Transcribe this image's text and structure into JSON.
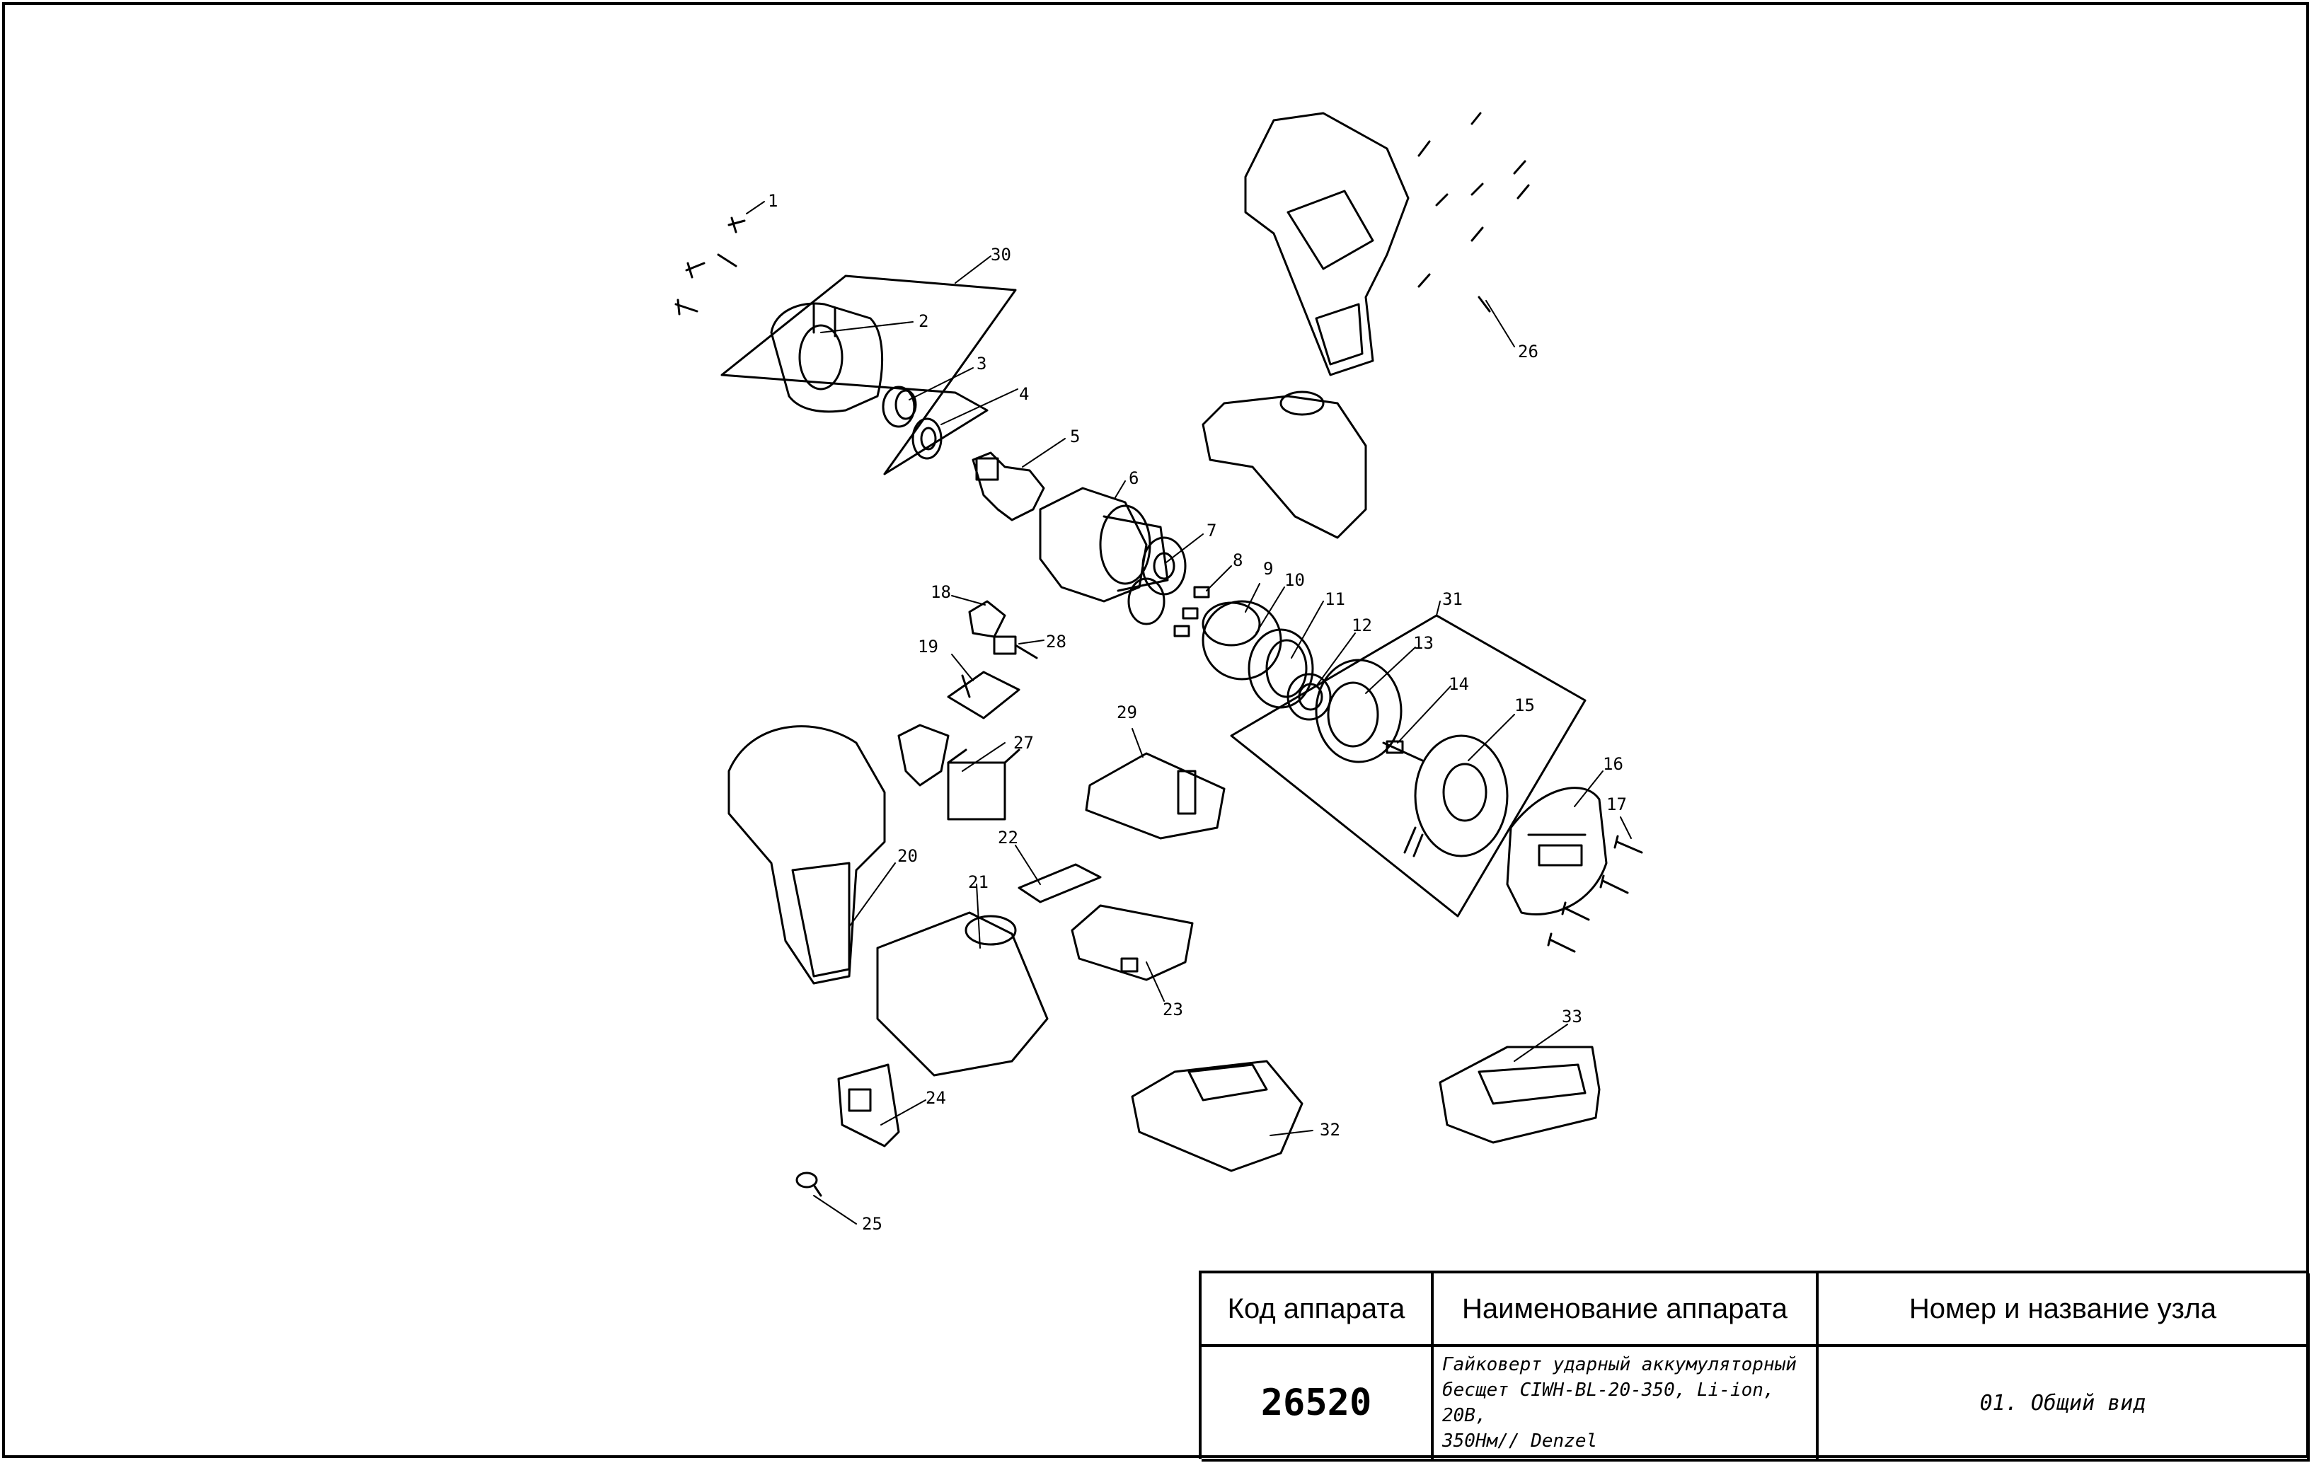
{
  "callouts": [
    "1",
    "2",
    "3",
    "4",
    "5",
    "6",
    "7",
    "8",
    "9",
    "10",
    "11",
    "12",
    "13",
    "14",
    "15",
    "16",
    "17",
    "18",
    "19",
    "20",
    "21",
    "22",
    "23",
    "24",
    "25",
    "26",
    "27",
    "28",
    "29",
    "30",
    "31",
    "32",
    "33"
  ],
  "title_block": {
    "col1_header": "Код аппарата",
    "col2_header": "Наименование аппарата",
    "col3_header": "Номер и название узла",
    "code": "26520",
    "name_line1": "Гайковерт ударный аккумуляторный",
    "name_line2": "бесщет CIWH-BL-20-350, Li-ion, 20В,",
    "name_line3": "350Нм// Denzel",
    "unit": "01. Общий вид"
  }
}
